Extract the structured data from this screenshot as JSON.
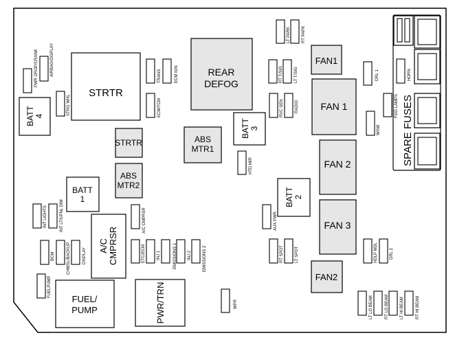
{
  "diagram": {
    "labels": {
      "strtr_main": "STRTR",
      "rear_defog_1": "REAR",
      "rear_defog_2": "DEFOG",
      "fan1_small": "FAN1",
      "fan1_large": "FAN 1",
      "fan2_large": "FAN 2",
      "fan3_large": "FAN 3",
      "fan2_small": "FAN2",
      "batt4_1": "BATT",
      "batt4_2": "4",
      "batt3_1": "BATT",
      "batt3_2": "3",
      "batt1_1": "BATT",
      "batt1_2": "1",
      "batt2_1": "BATT",
      "batt2_2": "2",
      "strtr_small": "STRTR",
      "abs_mtr1_1": "ABS",
      "abs_mtr1_2": "MTR1",
      "abs_mtr2_1": "ABS",
      "abs_mtr2_2": "MTR2",
      "ac_cmprsr_1": "A/C",
      "ac_cmprsr_2": "CMPRSR",
      "fuel_pump_1": "FUEL/",
      "fuel_pump_2": "PUMP",
      "pwr_trn": "PWR/TRN",
      "spare_fuses": "SPARE FUSES",
      "pwr_drop_crank": "PWR DROP/CRANK",
      "airbag_display": "AIRBAG/DISPLAY",
      "strg_whl": "STRG WHL",
      "trans": "TRANS",
      "ecm_ign": "ECM IGN",
      "ecm_tcm": "ECM/TCM",
      "lt_park": "LT PARK",
      "rt_park": "RT PARK",
      "rt_t_sig": "RT T/SIG",
      "lt_t_sig": "LT T/SIG",
      "rvc_sen": "RVC SEN",
      "radio": "RADIO",
      "drl1": "DRL 1",
      "horn": "HORN",
      "fog_lamps": "FOG LAMPS",
      "wsw": "WSW",
      "htd_mir": "HTD MIR",
      "int_lights": "INT LIGHTS",
      "int_lts_pnl_dim": "INT LTS/PNL DIM",
      "ac_cmprsr_fuse": "A/C CMPRSR",
      "aux_pwr": "AUX PWR",
      "bcm": "BCM",
      "chmsl_backup": "CHMSL/BACKUP",
      "display": "DISPLAY",
      "etc_ecm": "ETC/ECM",
      "inj1": "INJ 1",
      "emissions1": "EMISSIONS 1",
      "inj2": "INJ 2",
      "emissions2": "EMISSIONS 2",
      "rt_spot": "RT SPOT",
      "lt_spot": "LT SPOT",
      "hdlp_mdl": "HDLP MDL",
      "drl2": "DRL 2",
      "fuelpump": "FUELPUMP",
      "wpr": "WPR",
      "lt_lo_beam": "LT LO BEAM",
      "rt_lo_beam": "RT LO BEAM",
      "lt_hi_beam": "LT HI BEAM",
      "rt_hi_beam": "RT HI BEAM"
    }
  }
}
